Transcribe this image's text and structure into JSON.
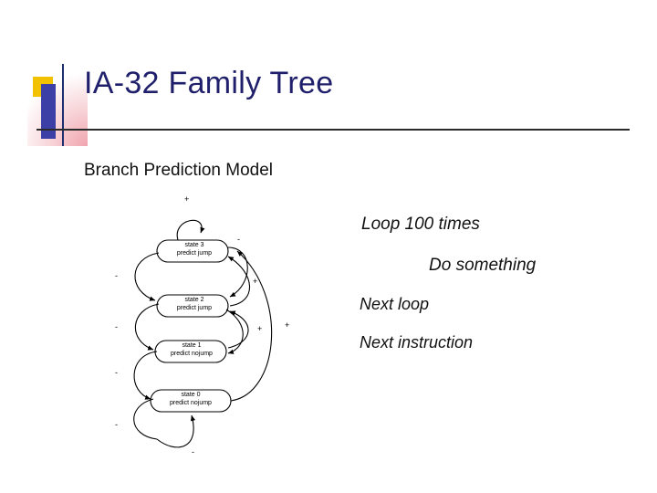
{
  "slide": {
    "title": "IA-32 Family Tree",
    "subtitle": "Branch Prediction Model",
    "right_lines": [
      "Loop 100 times",
      "Do something",
      "Next loop",
      "Next instruction"
    ],
    "accent_colors": {
      "title": "#1f1f6b",
      "square_yellow": "#f2c200",
      "square_blue": "#3b3fa6",
      "rule": "#2a2a2a"
    }
  },
  "diagram": {
    "name": "branch-prediction-state-machine",
    "states": [
      {
        "id": "state3",
        "line1": "state 3",
        "line2": "predict jump"
      },
      {
        "id": "state2",
        "line1": "state 2",
        "line2": "predict jump"
      },
      {
        "id": "state1",
        "line1": "state 1",
        "line2": "predict nojump"
      },
      {
        "id": "state0",
        "line1": "state 0",
        "line2": "predict nojump"
      }
    ],
    "edge_labels": [
      {
        "id": "top-self-plus",
        "text": "+"
      },
      {
        "id": "s3-s2-minus",
        "text": "-"
      },
      {
        "id": "s3-left-minus",
        "text": "-"
      },
      {
        "id": "s2-s3-plus",
        "text": "+"
      },
      {
        "id": "s2-left-minus",
        "text": "-"
      },
      {
        "id": "s1-s2-plus",
        "text": "+"
      },
      {
        "id": "s1-outer-plus",
        "text": "+"
      },
      {
        "id": "s1-left-minus",
        "text": "-"
      },
      {
        "id": "s0-left-minus",
        "text": "-"
      },
      {
        "id": "bottom-self-minus",
        "text": "-"
      }
    ]
  }
}
